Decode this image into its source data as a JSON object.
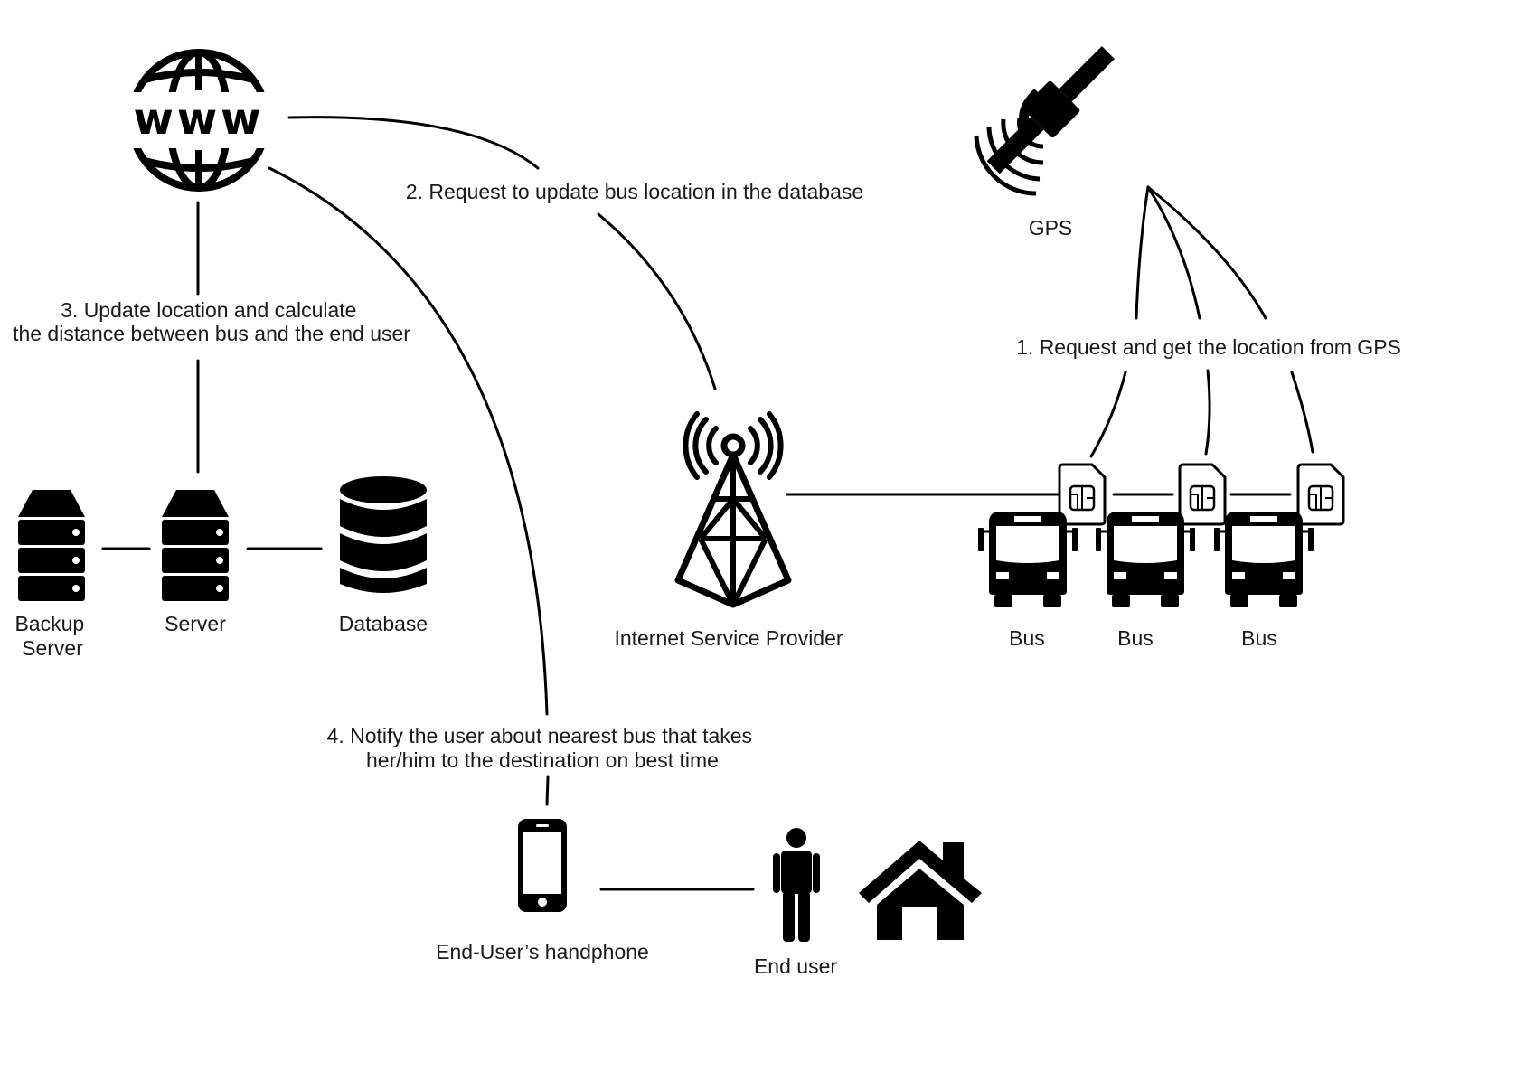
{
  "colors": {
    "line": "#000000",
    "icon": "#000000",
    "text": "#1a1a1a",
    "background": "#ffffff"
  },
  "icons": {
    "www": "globe-www-icon",
    "satellite": "gps-satellite-icon",
    "tower": "radio-tower-icon",
    "sim": "sim-card-icon",
    "bus": "bus-front-icon",
    "server": "server-icon",
    "database": "database-icon",
    "phone": "smartphone-icon",
    "person": "person-icon",
    "house": "house-icon"
  },
  "globe": {
    "text": "www"
  },
  "nodes": {
    "gps": "GPS",
    "isp": "Internet Service Provider",
    "backup_server": [
      "Backup",
      "Server"
    ],
    "server": "Server",
    "database": "Database",
    "buses": [
      "Bus",
      "Bus",
      "Bus"
    ],
    "handphone": "End-User’s handphone",
    "end_user": "End user"
  },
  "steps": {
    "step1": "1. Request and get the location from GPS",
    "step2": "2. Request to update bus location in the database",
    "step3": [
      "3. Update location and calculate",
      "the distance between bus and the end user"
    ],
    "step4": [
      "4. Notify the user about nearest bus that takes",
      "her/him to the destination on best time"
    ]
  }
}
